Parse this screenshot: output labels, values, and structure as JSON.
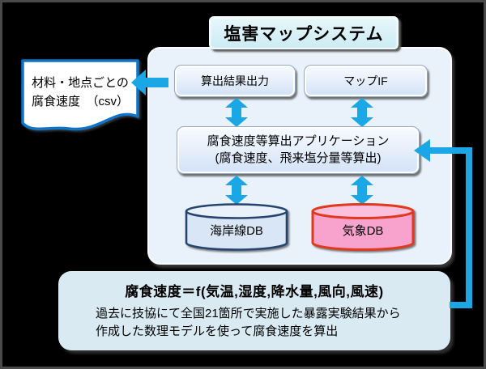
{
  "title": "塩害マップシステム",
  "csv_output": {
    "label": "材料・地点ごとの腐食速度　（csv）"
  },
  "panel": {
    "output_button": "算出結果出力",
    "map_if_button": "マップIF",
    "app": {
      "line1": "腐食速度等算出アプリケーション",
      "line2": "(腐食速度、飛来塩分量等算出)"
    },
    "databases": [
      {
        "label": "海岸線DB"
      },
      {
        "label": "気象DB"
      }
    ]
  },
  "formula_box": {
    "formula": "腐食速度＝f(気温,湿度,降水量,風向,風速)",
    "note_line1": "過去に技協にて全国21箇所で実施した暴露実験結果から",
    "note_line2": "作成した数理モデルを使って腐食速度を算出"
  },
  "colors": {
    "arrow_blue": "#1ba6e6",
    "csv_border_blue": "#0d74c9",
    "coast_db_fill": "#d9e6f5",
    "coast_db_top": "#eaf1fa",
    "coast_db_border": "#25456e",
    "weather_db_fill": "#f8a2ce",
    "weather_db_top": "#fbc0de",
    "weather_db_border": "#e0391e",
    "panel_fill": "#e9f2fb",
    "title_fill": "#cdebf4",
    "bottom_box_fill": "#d9eaf3"
  }
}
